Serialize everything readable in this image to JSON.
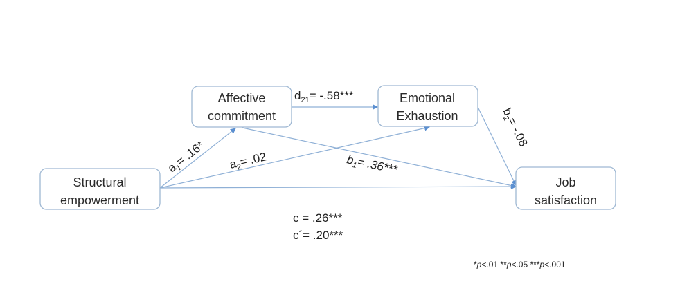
{
  "nodes": {
    "structural": {
      "lines": [
        "Structural",
        "empowerment"
      ]
    },
    "affective": {
      "lines": [
        "Affective",
        "commitment"
      ]
    },
    "emotional": {
      "lines": [
        "Emotional",
        "Exhaustion"
      ]
    },
    "job": {
      "lines": [
        "Job",
        "satisfaction"
      ]
    }
  },
  "paths": {
    "a1": {
      "var": "a",
      "sub": "1",
      "value": "= .16*"
    },
    "a2": {
      "var": "a",
      "sub": "2",
      "value": "= .02"
    },
    "d21": {
      "var": "d",
      "sub": "21",
      "value": "= -.58***"
    },
    "b1": {
      "var": "b",
      "sub": "1",
      "value": "= .36***"
    },
    "b2": {
      "var": "b",
      "sub": "2",
      "value": "= -.08"
    },
    "c": {
      "text": "c = .26***"
    },
    "c_prime": {
      "text": "c´= .20***"
    }
  },
  "note": {
    "parts": [
      {
        "stars": "*",
        "p": "p",
        "rest": "<.01"
      },
      {
        "stars": " **",
        "p": "p",
        "rest": "<.05"
      },
      {
        "stars": " ***",
        "p": "p",
        "rest": "<.001"
      }
    ]
  },
  "colors": {
    "edge": "#8fb0d6",
    "arrow": "#5b8fd0",
    "box_border": "#9fb8d3"
  }
}
